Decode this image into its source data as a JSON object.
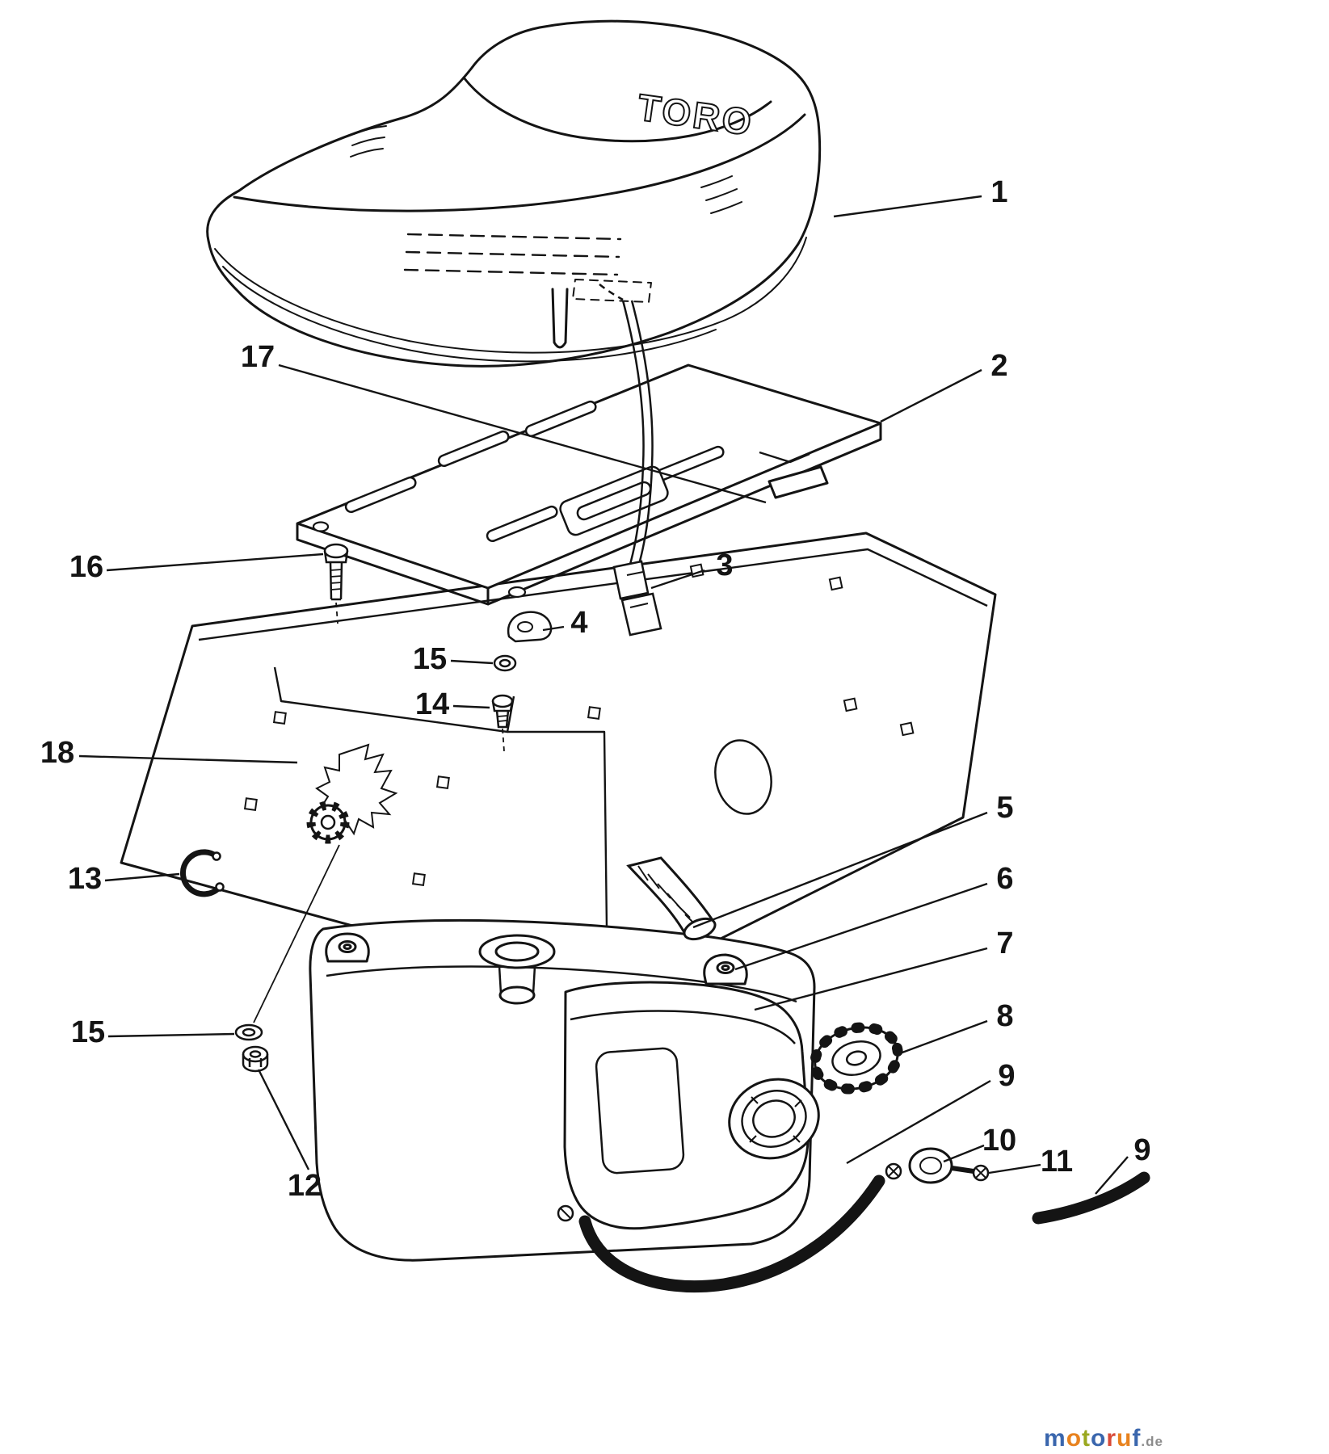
{
  "diagram": {
    "brand_logo": "TORO",
    "callouts": [
      {
        "label": "1"
      },
      {
        "label": "2"
      },
      {
        "label": "3"
      },
      {
        "label": "4"
      },
      {
        "label": "15"
      },
      {
        "label": "14"
      },
      {
        "label": "16"
      },
      {
        "label": "17"
      },
      {
        "label": "18"
      },
      {
        "label": "13"
      },
      {
        "label": "5"
      },
      {
        "label": "6"
      },
      {
        "label": "7"
      },
      {
        "label": "8"
      },
      {
        "label": "15"
      },
      {
        "label": "12"
      },
      {
        "label": "9"
      },
      {
        "label": "10"
      },
      {
        "label": "11"
      },
      {
        "label": "9"
      }
    ]
  },
  "watermark": {
    "letters": [
      {
        "ch": "m",
        "color": "#3a66ad"
      },
      {
        "ch": "o",
        "color": "#e8821e"
      },
      {
        "ch": "t",
        "color": "#9aa81f"
      },
      {
        "ch": "o",
        "color": "#3a66ad"
      },
      {
        "ch": "r",
        "color": "#d94a38"
      },
      {
        "ch": "u",
        "color": "#e8821e"
      },
      {
        "ch": "f",
        "color": "#3a66ad"
      }
    ],
    "suffix": ".de",
    "suffix_color": "#8c8c8c"
  }
}
